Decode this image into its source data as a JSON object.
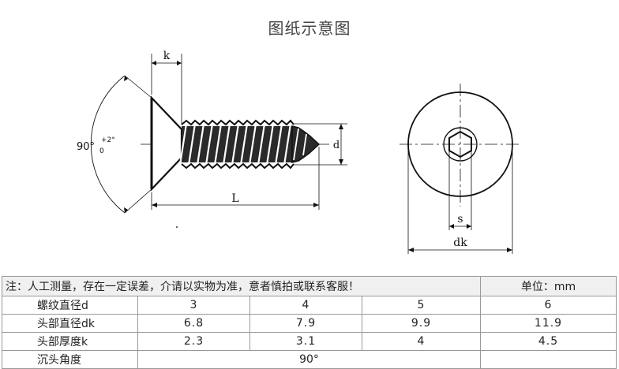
{
  "title": "图纸示意图",
  "drawing": {
    "label_k": "k",
    "label_angle": "90°",
    "label_tol_upper": "+2°",
    "label_tol_lower": "0",
    "label_d": "d",
    "label_L": "L",
    "label_s": "s",
    "label_dk": "dk"
  },
  "table": {
    "note": "注：人工测量，存在一定误差，介请以实物为准，意者慎拍或联系客服！",
    "unit": "单位：mm",
    "rows": [
      {
        "label": "螺纹直径d",
        "values": [
          "3",
          "4",
          "5",
          "6"
        ]
      },
      {
        "label": "头部直径dk",
        "values": [
          "6.8",
          "7.9",
          "9.9",
          "11.9"
        ]
      },
      {
        "label": "头部厚度k",
        "values": [
          "2.3",
          "3.1",
          "4",
          "4.5"
        ]
      }
    ],
    "angle_row": {
      "label": "沉头角度",
      "value": "90°"
    }
  }
}
